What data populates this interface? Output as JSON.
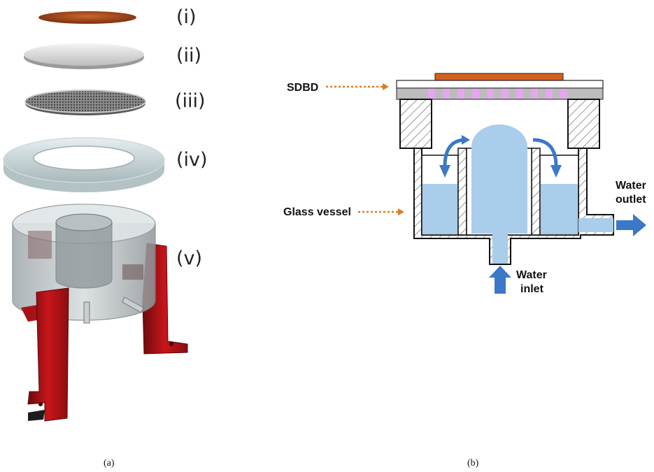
{
  "panel_a": {
    "part_labels": [
      "(i)",
      "(ii)",
      "(iii)",
      "(iv)",
      "(v)"
    ],
    "caption": "(a)"
  },
  "panel_b": {
    "labels": {
      "sdbd": "SDBD",
      "glass_vessel": "Glass vessel",
      "water_outlet_line1": "Water",
      "water_outlet_line2": "outlet",
      "water_inlet_line1": "Water",
      "water_inlet_line2": "inlet"
    },
    "caption": "(b)"
  },
  "colors": {
    "electrode": "#d2601e",
    "water": "#a9cdeb",
    "arrow": "#3b78c8",
    "dashed_arrow": "#e07a25",
    "stand": "#c0141a",
    "plasma": "#e6a6f0"
  }
}
